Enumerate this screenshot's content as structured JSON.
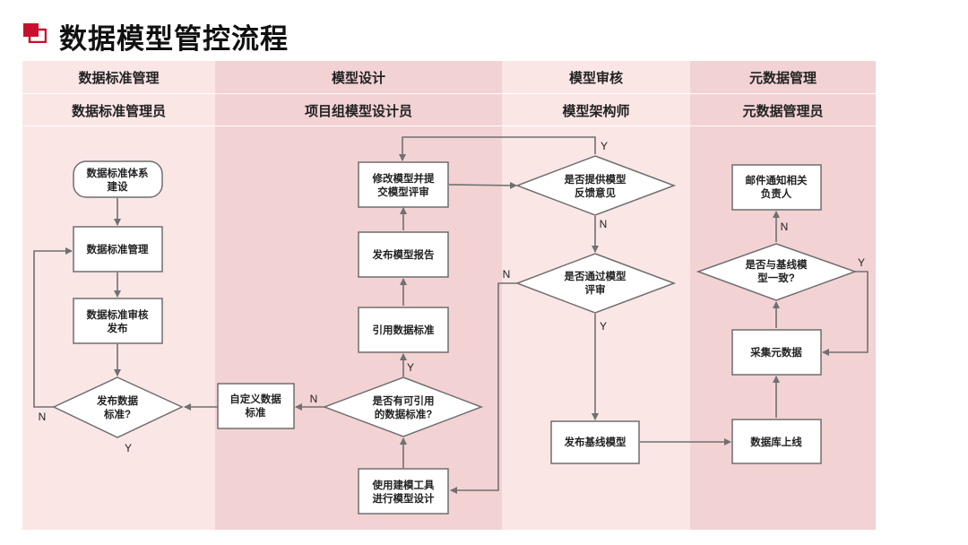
{
  "page": {
    "title": "数据模型管控流程"
  },
  "lanes": [
    {
      "stage": "数据标准管理",
      "role": "数据标准管理员"
    },
    {
      "stage": "模型设计",
      "role": "项目组模型设计员"
    },
    {
      "stage": "模型审核",
      "role": "模型架构师"
    },
    {
      "stage": "元数据管理",
      "role": "元数据管理员"
    }
  ],
  "nodes": {
    "std_system": [
      "数据标准体系",
      "建设"
    ],
    "std_manage": [
      "数据标准管理"
    ],
    "std_review": [
      "数据标准审核",
      "发布"
    ],
    "publish_std_q": [
      "发布数据",
      "标准?"
    ],
    "custom_std": [
      "自定义数据",
      "标准"
    ],
    "reusable_std_q": [
      "是否有可引用",
      "的数据标准?"
    ],
    "use_tool": [
      "使用建模工具",
      "进行模型设计"
    ],
    "cite_std": [
      "引用数据标准"
    ],
    "publish_report": [
      "发布模型报告"
    ],
    "modify_model": [
      "修改模型并提",
      "交模型评审"
    ],
    "feedback_q": [
      "是否提供模型",
      "反馈意见"
    ],
    "pass_q": [
      "是否通过模型",
      "评审"
    ],
    "publish_baseline": [
      "发布基线模型"
    ],
    "db_online": [
      "数据库上线"
    ],
    "collect_meta": [
      "采集元数据"
    ],
    "consistent_q": [
      "是否与基线模",
      "型一致?"
    ],
    "notify": [
      "邮件通知相关",
      "负责人"
    ]
  },
  "edge_labels": {
    "publish_std_no": "N",
    "publish_std_yes": "Y",
    "reusable_no": "N",
    "reusable_yes": "Y",
    "feedback_yes": "Y",
    "feedback_no": "N",
    "pass_no": "N",
    "pass_yes": "Y",
    "consistent_yes": "Y",
    "consistent_no": "N"
  },
  "colors": {
    "accent": "#c8102e",
    "lane_light": "#fbe6e6",
    "lane_dark": "#f3d2d4"
  }
}
